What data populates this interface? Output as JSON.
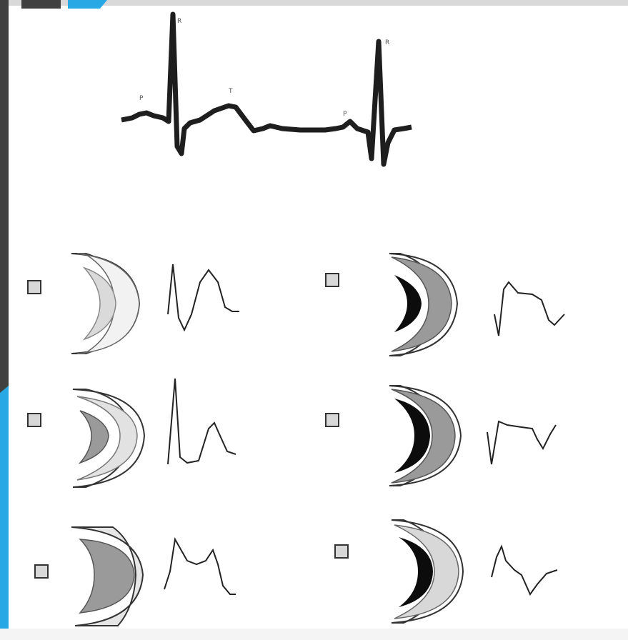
{
  "colors": {
    "accent_blue": "#29a8e6",
    "accent_dark": "#404040",
    "ink": "#1e1e1e",
    "tissue_light": "#e2e2e2",
    "tissue_mid": "#9a9a9a",
    "tissue_dark": "#0c0c0c"
  },
  "ecg": {
    "wave_labels": [
      "P",
      "R",
      "T",
      "P",
      "R"
    ]
  },
  "panels": [
    {
      "shade": "light",
      "wave": "hyperacute-t"
    },
    {
      "shade": "mid",
      "wave": "t-peak"
    },
    {
      "shade": "mid",
      "wave": "st-elevation"
    },
    {
      "shade": "dark",
      "wave": "q-st-t"
    },
    {
      "shade": "dark",
      "wave": "q-t-inversion"
    },
    {
      "shade": "dark",
      "wave": "deep-t-inversion"
    }
  ]
}
